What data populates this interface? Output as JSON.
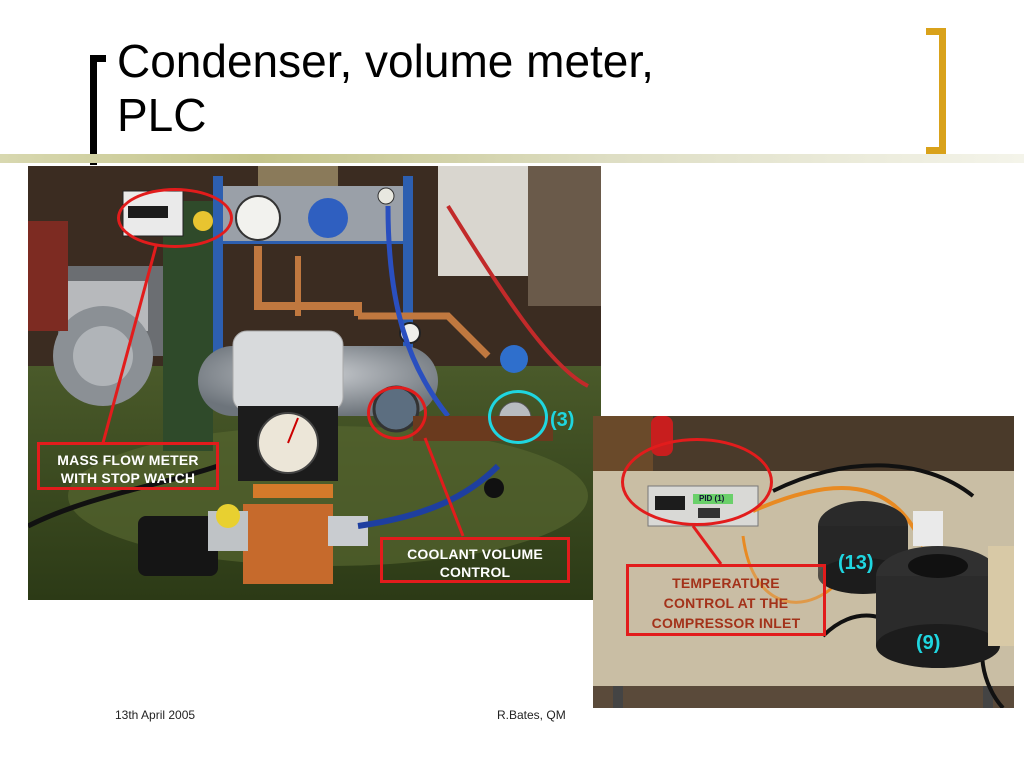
{
  "slide": {
    "title_line1": "Condenser, volume meter,",
    "title_line2": "PLC"
  },
  "photo_left": {
    "callouts": {
      "mass_flow_line1": "MASS FLOW METER",
      "mass_flow_line2": "WITH STOP WATCH",
      "coolant_line1": "COOLANT VOLUME",
      "coolant_line2": "CONTROL",
      "component_3": "(3)"
    }
  },
  "photo_right": {
    "callouts": {
      "temp_line1": "TEMPERATURE",
      "temp_line2": "CONTROL AT THE",
      "temp_line3": "COMPRESSOR INLET",
      "component_13": "(13)",
      "component_9": "(9)",
      "pid_label": "PID (1)"
    }
  },
  "footer": {
    "date": "13th April 2005",
    "author": "R.Bates, QM"
  },
  "colors": {
    "accent_gold": "#d9a21b",
    "callout_red": "#e21c1c",
    "callout_cyan": "#1fd6e0"
  }
}
